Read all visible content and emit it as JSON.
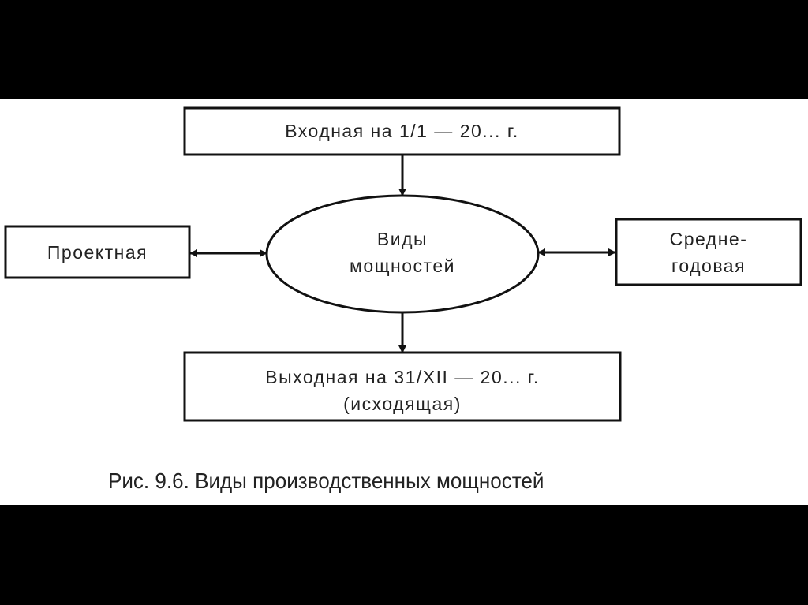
{
  "diagram": {
    "center": {
      "line1": "Виды",
      "line2": "мощностей"
    },
    "top": "Входная на 1/1 — 20... г.",
    "left": "Проектная",
    "right": {
      "line1": "Средне-",
      "line2": "годовая"
    },
    "bottom": {
      "line1": "Выходная на 31/XII — 20... г.",
      "line2": "(исходящая)"
    },
    "caption": "Рис. 9.6. Виды производственных мощностей"
  }
}
